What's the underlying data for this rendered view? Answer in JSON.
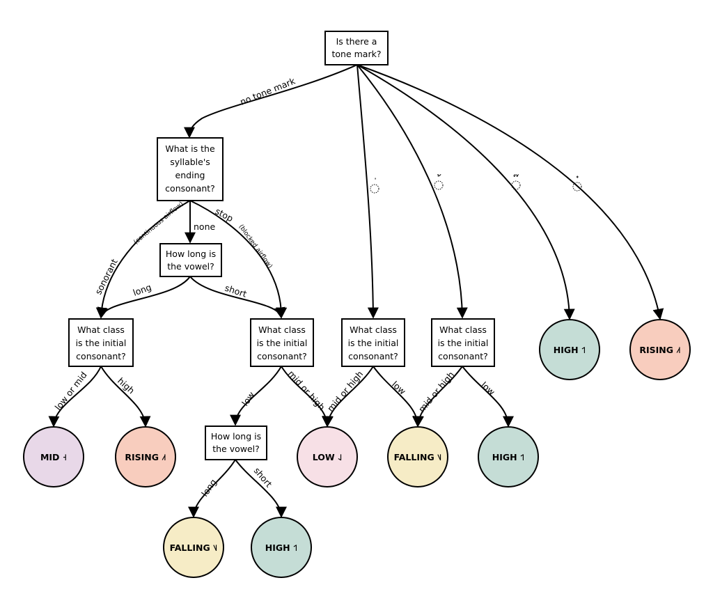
{
  "colors": {
    "mid": "#e8d8e8",
    "rising": "#f8cdbe",
    "low": "#f7e0e6",
    "falling": "#f6ecc6",
    "high": "#c5ddd6"
  },
  "nodes": {
    "root": [
      "Is there a",
      "tone mark?"
    ],
    "ending": [
      "What is the",
      "syllable's",
      "ending",
      "consonant?"
    ],
    "vowel1": [
      "How long is",
      "the vowel?"
    ],
    "class1": [
      "What class",
      "is the initial",
      "consonant?"
    ],
    "class2": [
      "What class",
      "is the initial",
      "consonant?"
    ],
    "class3": [
      "What class",
      "is the initial",
      "consonant?"
    ],
    "class4": [
      "What class",
      "is the initial",
      "consonant?"
    ],
    "vowel2": [
      "How long is",
      "the vowel?"
    ]
  },
  "edges": {
    "no_tone_mark": "no tone mark",
    "none": "none",
    "sonorant": "sonorant",
    "sonorant_note": "(continuous airflow)",
    "stop": "stop",
    "stop_note": "(blocked airflow)",
    "long1": "long",
    "short1": "short",
    "low_or_mid": "low or mid",
    "high": "high",
    "low2": "low",
    "mid_or_high2": "mid or high",
    "mid_or_high3": "mid or high",
    "low3": "low",
    "mid_or_high4": "mid or high",
    "low4": "low",
    "long2": "long",
    "short2": "short"
  },
  "tone_marks": {
    "mai_ek": "่",
    "mai_tho": "้",
    "mai_tri": "๊",
    "mai_chattawa": "๋"
  },
  "leaves": {
    "mid": "MID ˧",
    "rising1": "RISING ˩˦",
    "low": "LOW ˨˩",
    "falling1": "FALLING ˥˩",
    "high1": "HIGH ˦˥",
    "high_top": "HIGH ˦˥",
    "rising_top": "RISING ˩˦",
    "falling2": "FALLING ˥˩",
    "high2": "HIGH ˦˥"
  }
}
